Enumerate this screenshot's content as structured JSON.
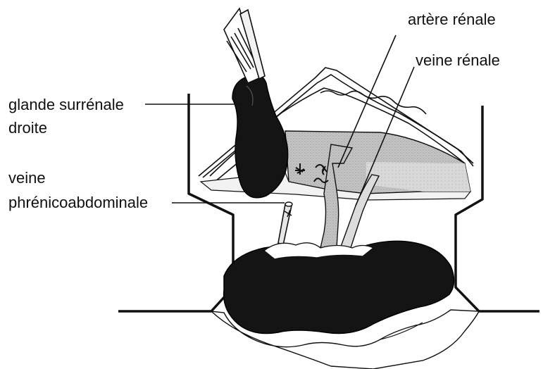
{
  "labels": {
    "artere_renale": "artère rénale",
    "veine_renale": "veine rénale",
    "glande_line1": "glande surrénale",
    "glande_line2": "droite",
    "veine_phreni_line1": "veine",
    "veine_phreni_line2": "phrénicoabdominale"
  },
  "colors": {
    "ink": "#111111",
    "organ": "#141414",
    "shade": "#bdbdbd",
    "vessel": "#c8c8c8"
  }
}
